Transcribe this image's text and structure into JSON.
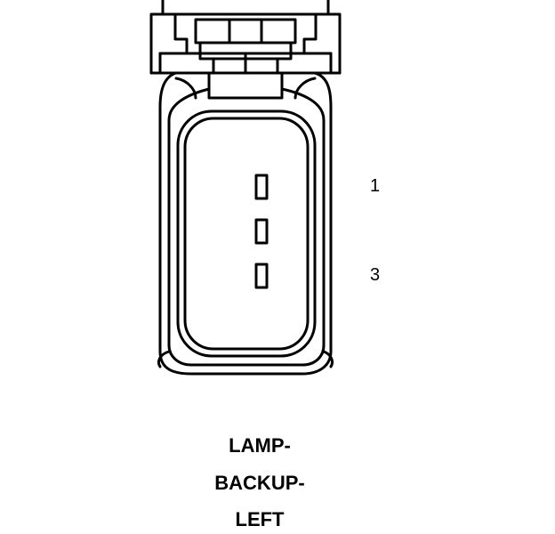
{
  "connector": {
    "pins": [
      {
        "label": "1"
      },
      {
        "label": ""
      },
      {
        "label": "3"
      }
    ],
    "name_lines": [
      "LAMP-",
      "BACKUP-",
      "LEFT"
    ]
  },
  "colors": {
    "ink": "#000000",
    "background": "#ffffff"
  }
}
